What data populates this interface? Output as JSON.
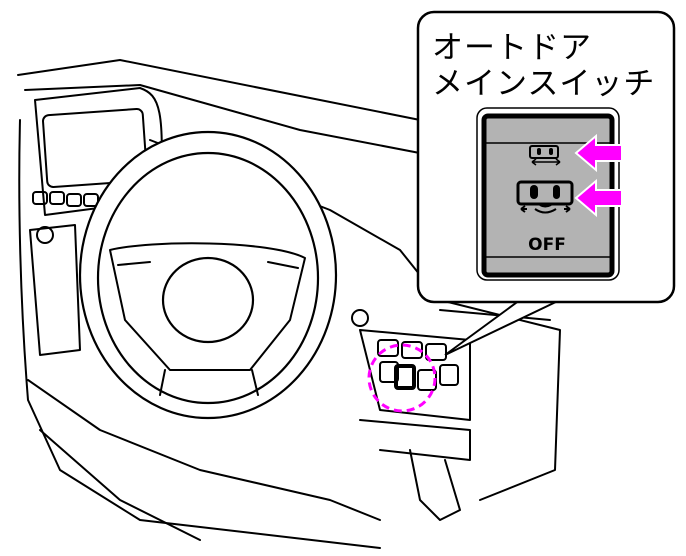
{
  "callout": {
    "title_line1": "オートドア",
    "title_line2": "メインスイッチ",
    "switch_off_label": "OFF",
    "switch_icons": [
      "door-slide-small-icon",
      "door-slide-large-icon"
    ],
    "arrow_color": "#ff00ff",
    "panel_color": "#b3b3b3"
  },
  "highlight": {
    "color": "#ff00ff",
    "shape": "dashed-circle"
  }
}
